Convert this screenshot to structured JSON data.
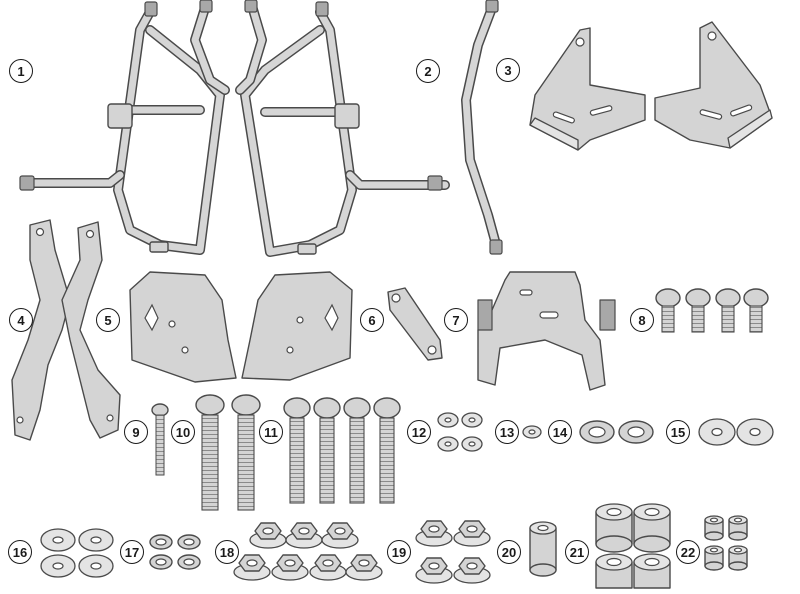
{
  "labels": [
    "1",
    "2",
    "3",
    "4",
    "5",
    "6",
    "7",
    "8",
    "9",
    "10",
    "11",
    "12",
    "13",
    "14",
    "15",
    "16",
    "17",
    "18",
    "19",
    "20",
    "21",
    "22"
  ],
  "colors": {
    "part": "#d4d4d4",
    "outline": "#4a4a4a",
    "label_border": "#1a1a1a"
  }
}
